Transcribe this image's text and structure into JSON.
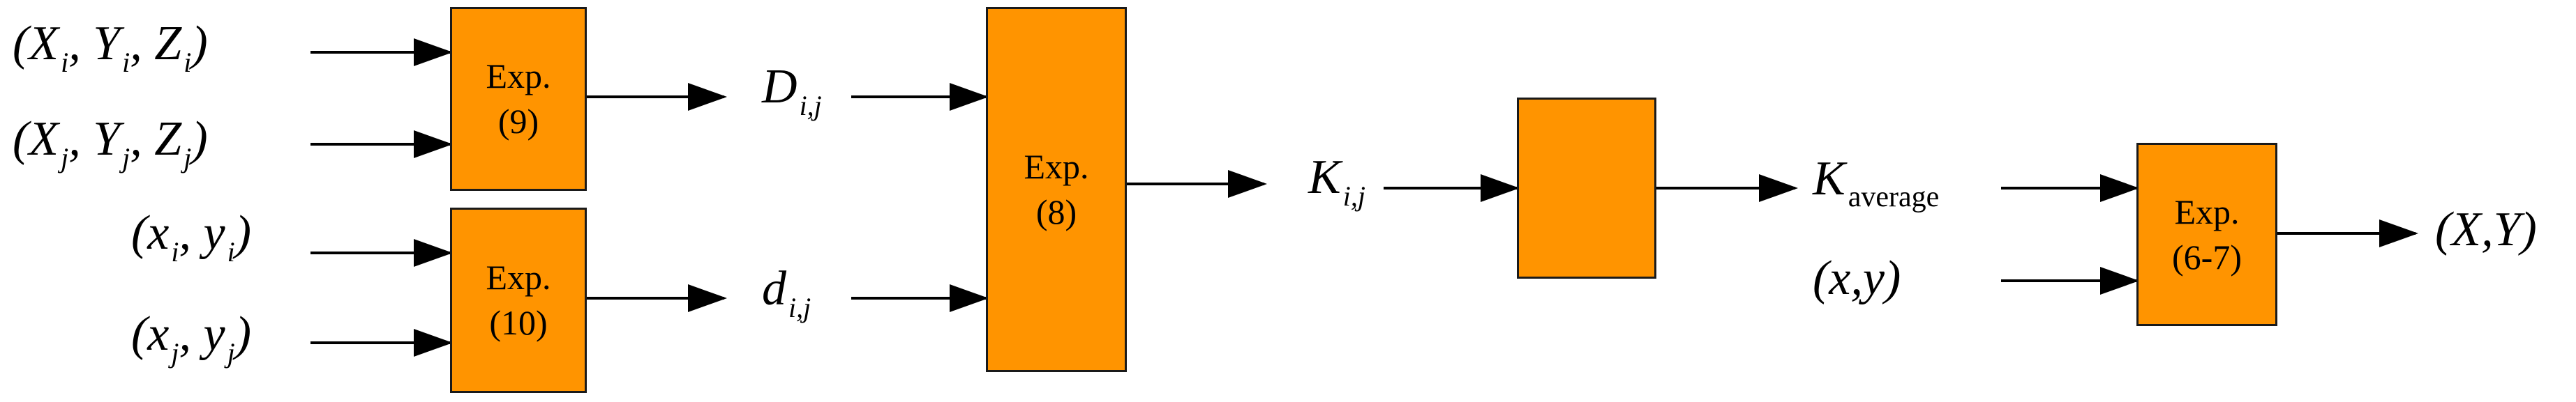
{
  "inputs": {
    "world_i": {
      "open": "(X",
      "s1": "i",
      "sep1": ", Y",
      "s2": "i",
      "sep2": ", Z",
      "s3": "i",
      "close": ")"
    },
    "world_j": {
      "open": "(X",
      "s1": "j",
      "sep1": ", Y",
      "s2": "j",
      "sep2": ", Z",
      "s3": "j",
      "close": ")"
    },
    "img_i": {
      "open": "(x",
      "s1": "i",
      "sep1": ", y",
      "s2": "i",
      "close": ")"
    },
    "img_j": {
      "open": "(x",
      "s1": "j",
      "sep1": ", y",
      "s2": "j",
      "close": ")"
    }
  },
  "boxes": {
    "exp9": {
      "line1": "Exp.",
      "line2": "(9)"
    },
    "exp10": {
      "line1": "Exp.",
      "line2": "(10)"
    },
    "exp8": {
      "line1": "Exp.",
      "line2": "(8)"
    },
    "avg": {
      "line1": "",
      "line2": ""
    },
    "exp67": {
      "line1": "Exp.",
      "line2": "(6-7)"
    }
  },
  "labels": {
    "D": {
      "base": "D",
      "sub": "i,j"
    },
    "d": {
      "base": "d",
      "sub": "i,j"
    },
    "K": {
      "base": "K",
      "sub": "i,j"
    },
    "Kavg": {
      "base": "K",
      "sub": "average"
    },
    "xy": "(x,y)",
    "XY": "(X,Y)"
  },
  "colors": {
    "box_fill": "#ff9400",
    "stroke": "#000000"
  }
}
